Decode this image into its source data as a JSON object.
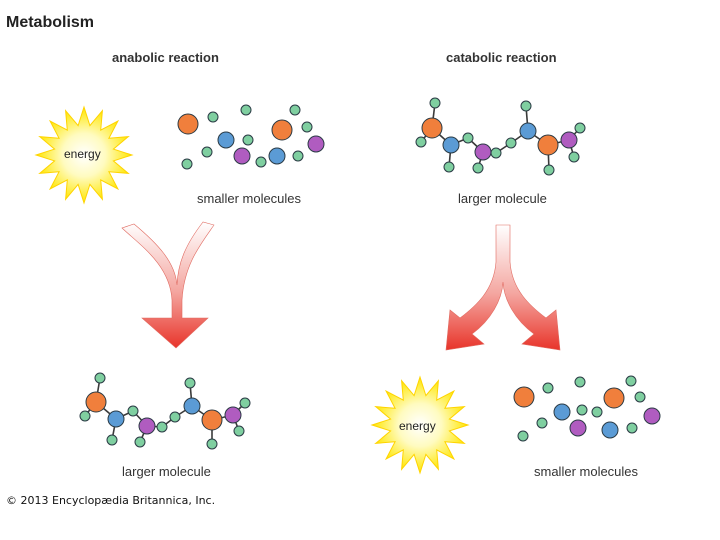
{
  "title": "Metabolism",
  "anabolic": {
    "heading": "anabolic reaction",
    "energy_label": "energy",
    "input_label": "smaller molecules",
    "output_label": "larger molecule"
  },
  "catabolic": {
    "heading": "catabolic reaction",
    "input_label": "larger molecule",
    "energy_label": "energy",
    "output_label": "smaller molecules"
  },
  "credit": "© 2013 Encyclopædia Britannica, Inc.",
  "colors": {
    "carbon_orange": "#f07f3c",
    "nitrogen_blue": "#5b9bd5",
    "purple": "#b05cc0",
    "hydrogen_green": "#7fcfa0",
    "energy_yellow": "#ffe93a",
    "arrow_red": "#e8443a"
  }
}
